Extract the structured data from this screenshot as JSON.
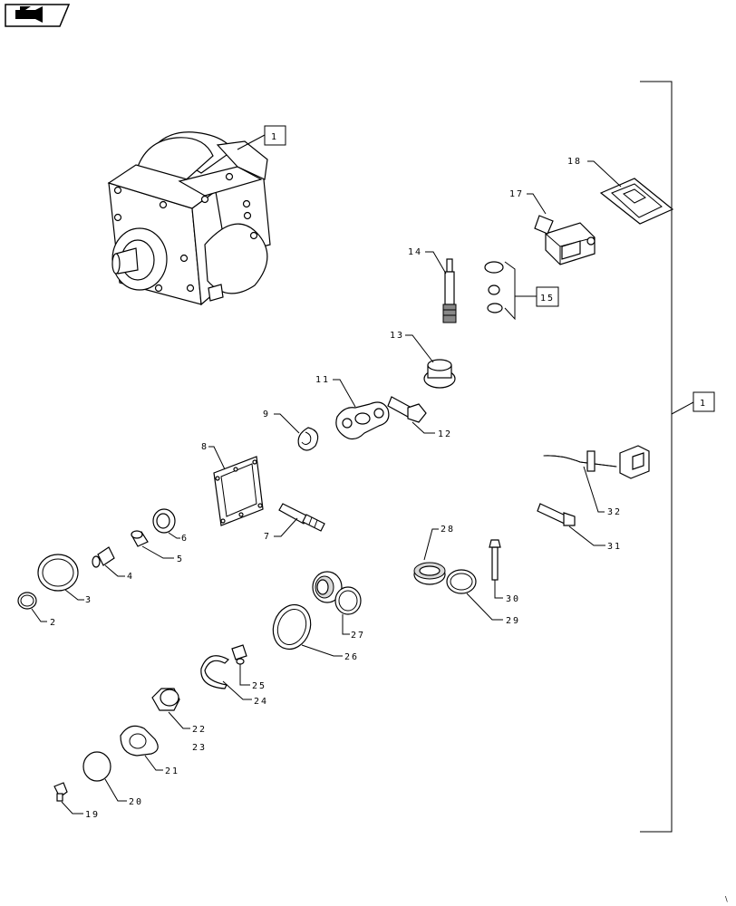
{
  "nav": {
    "icon": "back-arrow-icon"
  },
  "callouts": {
    "n1a": "1",
    "n1b": "1",
    "n15": "15",
    "n2": "2",
    "n3": "3",
    "n4": "4",
    "n5": "5",
    "n6": "6",
    "n7": "7",
    "n8": "8",
    "n9": "9",
    "n11": "11",
    "n12": "12",
    "n13": "13",
    "n14": "14",
    "n17": "17",
    "n18": "18",
    "n19": "19",
    "n20": "20",
    "n21": "21",
    "n22": "22",
    "n23": "23",
    "n24": "24",
    "n25": "25",
    "n26": "26",
    "n27": "27",
    "n28": "28",
    "n29": "29",
    "n30": "30",
    "n31": "31",
    "n32": "32"
  }
}
